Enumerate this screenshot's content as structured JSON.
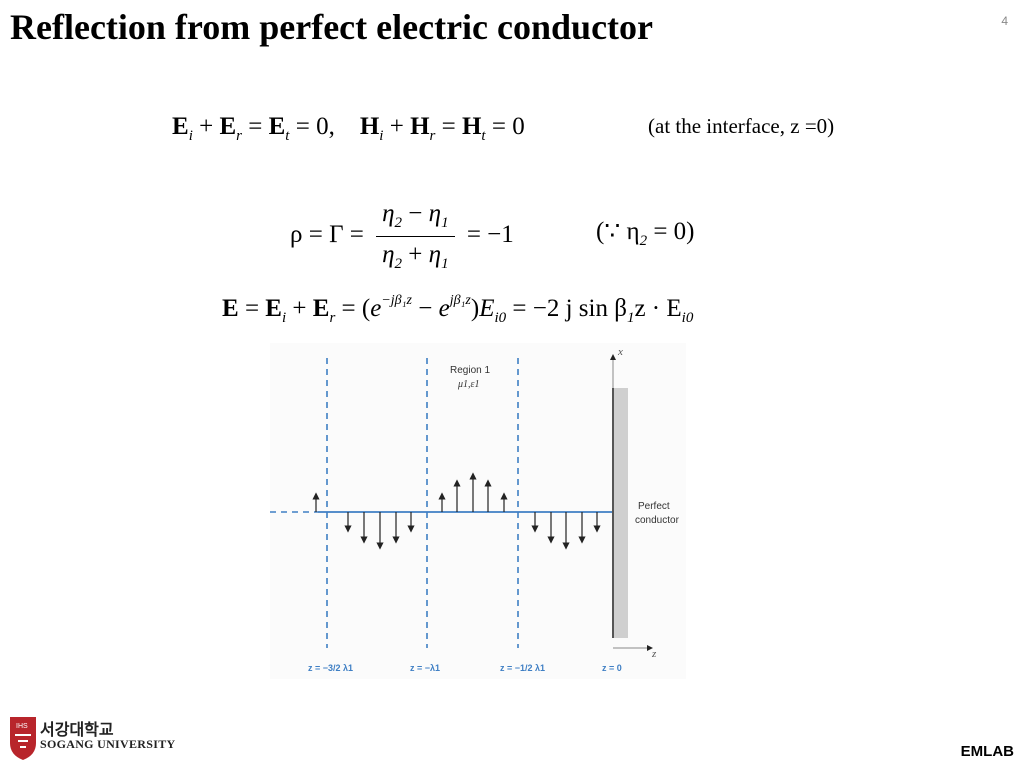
{
  "slide": {
    "title": "Reflection from perfect electric conductor",
    "page_number": "4",
    "interface_note": "(at the interface, z =0)",
    "footer": "EMLAB"
  },
  "equations": {
    "eq1_E": "0,",
    "eq1_H": "0",
    "eq2_lhs": "ρ = Γ =",
    "eq2_rhs": "= −1",
    "eq2_condition": "(∵ η",
    "eq2_condition_tail": " = 0)",
    "eq3_tail": "= −2 j sin β",
    "eq3_tail2": "z · E"
  },
  "figure": {
    "region_label": "Region 1",
    "region_params": "μ1,ε1",
    "conductor_label_1": "Perfect",
    "conductor_label_2": "conductor",
    "axis_x": "x",
    "axis_z": "z",
    "z_labels": [
      "z = −",
      "z = −λ1",
      "z = −",
      "z = 0"
    ],
    "z_label_fracs": [
      "3/2 λ1",
      "1/2 λ1"
    ]
  },
  "logo": {
    "korean": "서강대학교",
    "english": "SOGANG UNIVERSITY",
    "badge": "IHS"
  },
  "colors": {
    "dashed_line": "#3f7fc4",
    "conductor": "#cfcfcf",
    "logo_red": "#b8252b"
  }
}
